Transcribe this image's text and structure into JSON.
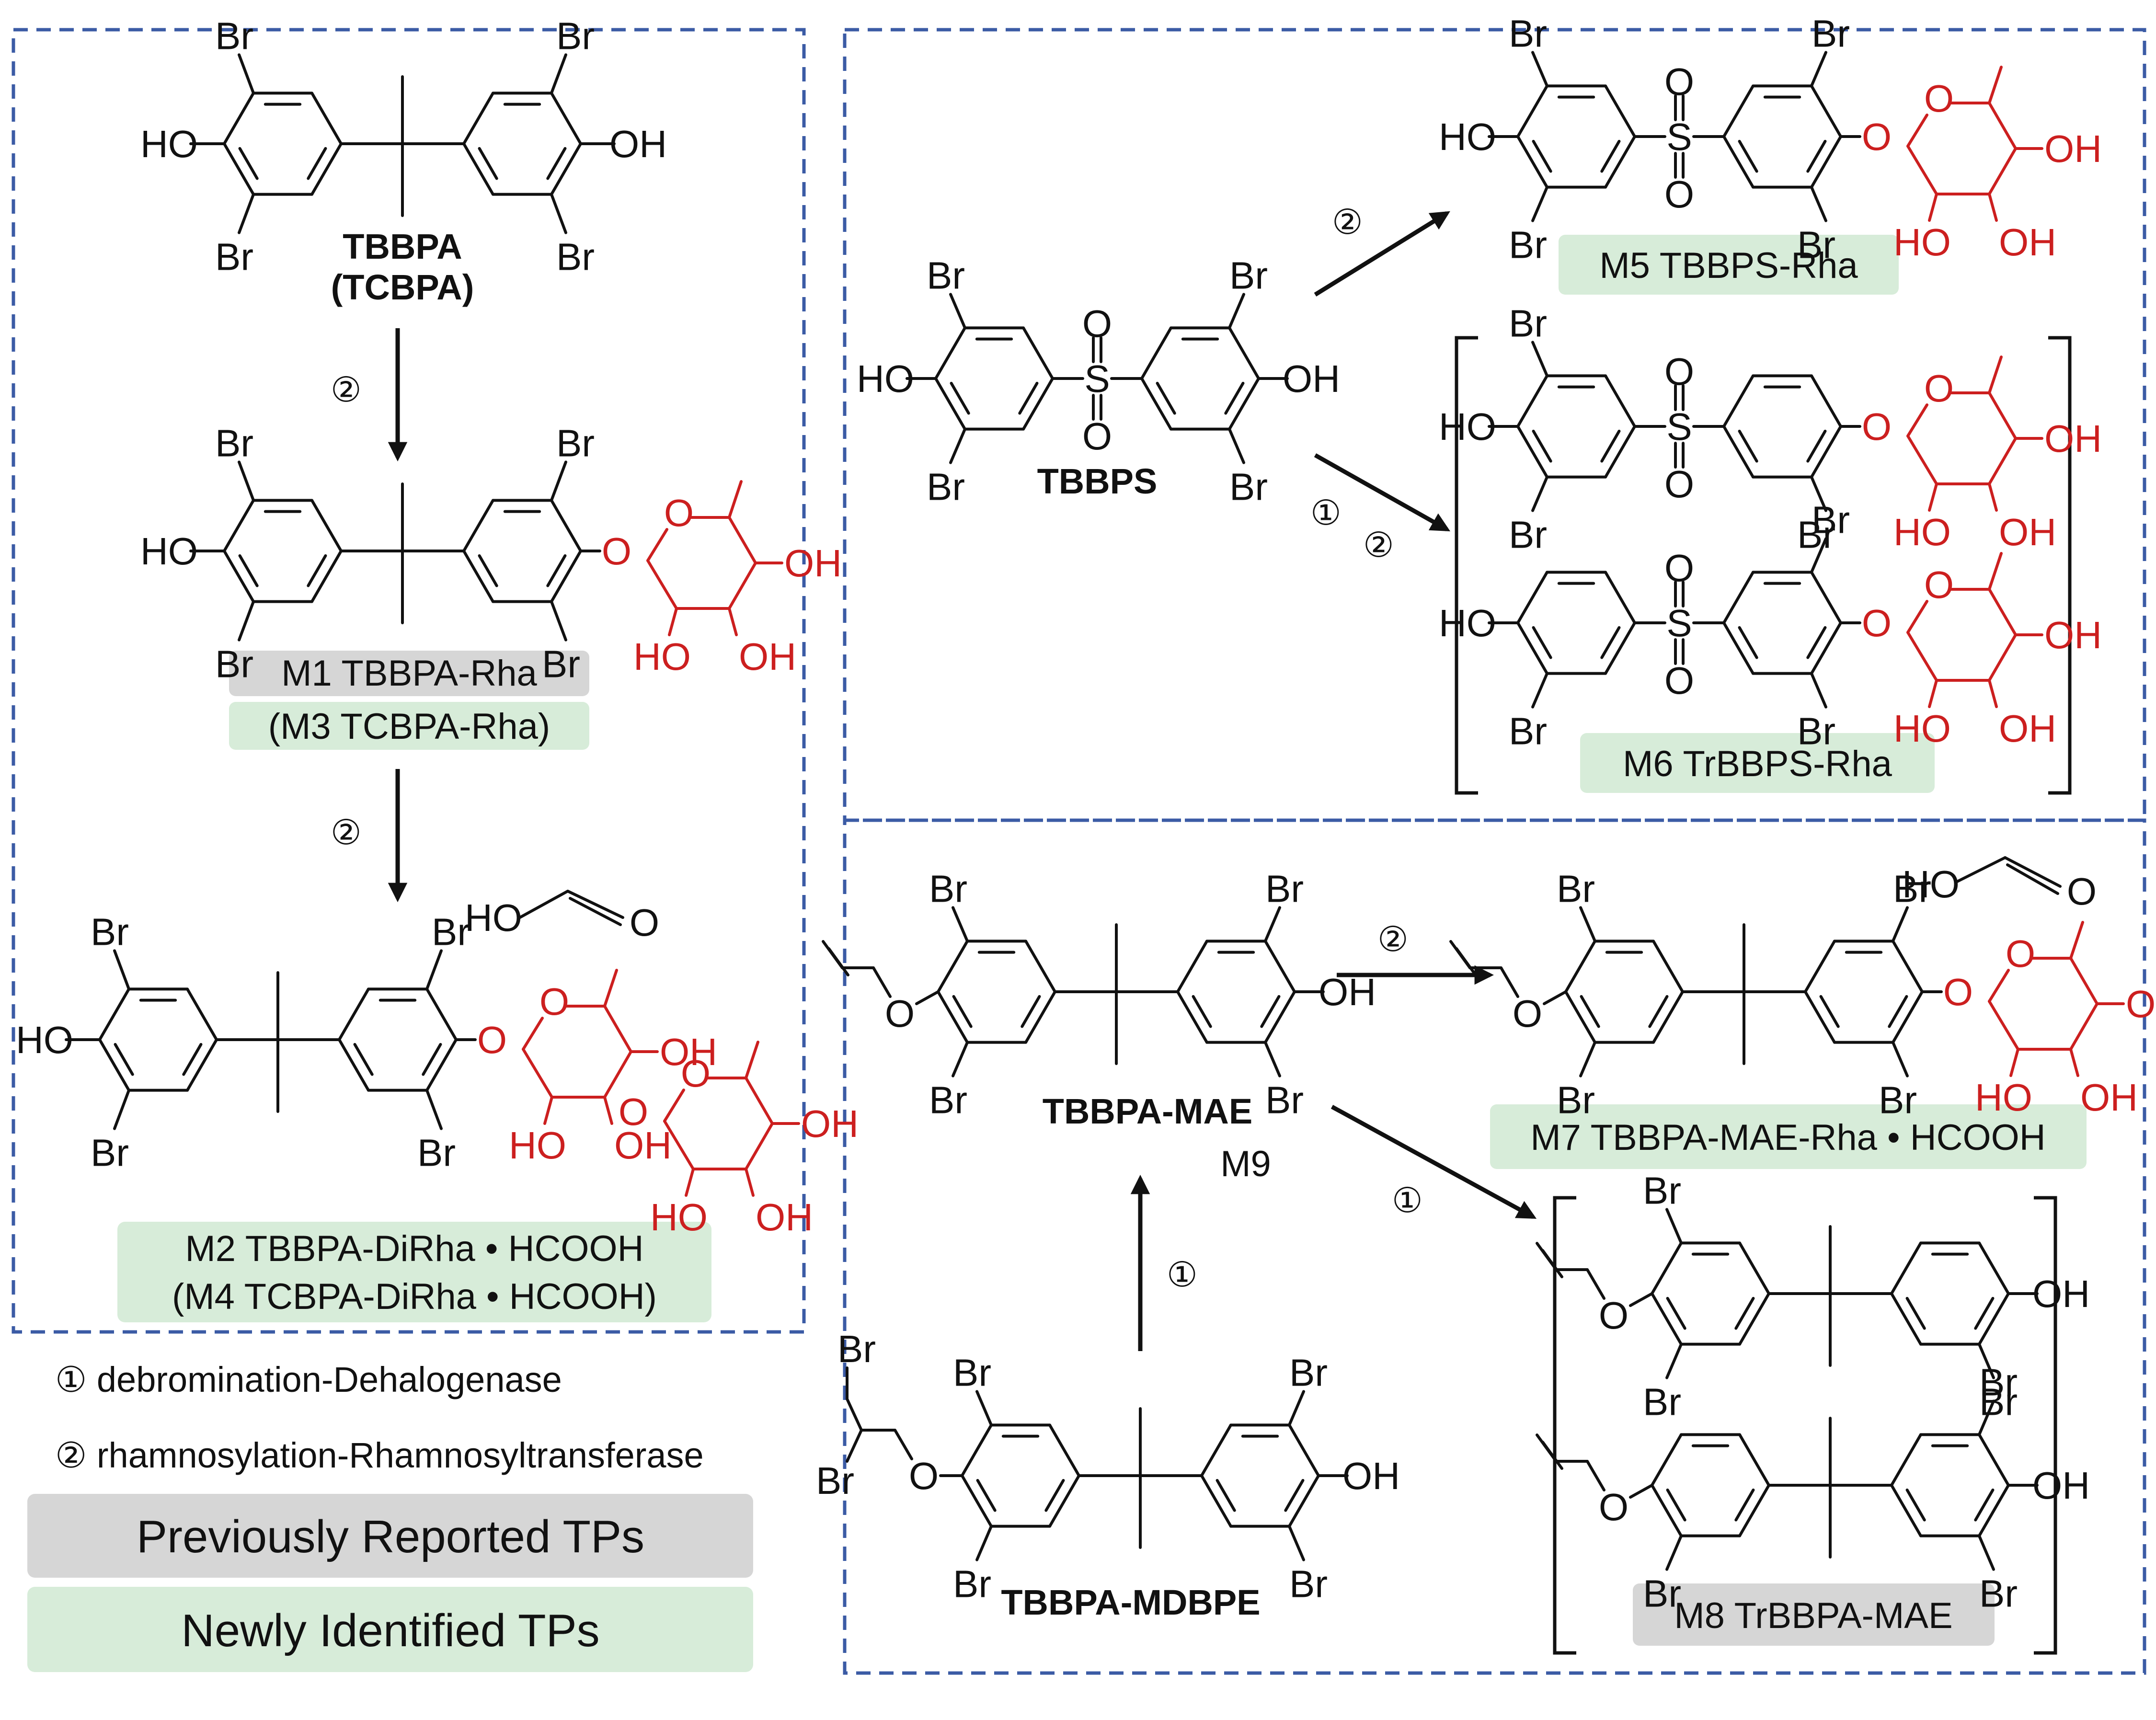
{
  "colors": {
    "panel_border": "#3b5ba5",
    "previous_fill": "#d6d6d6",
    "new_fill": "#d7ecd9",
    "rhamnose": "#cc1f1f"
  },
  "atoms": {
    "br": "Br",
    "oh": "OH",
    "ho": "HO",
    "o": "O",
    "s": "S"
  },
  "steps": {
    "debromination": "①",
    "rhamnosylation": "②",
    "both": "① ②"
  },
  "compounds": {
    "tbbpa": "TBBPA",
    "tcbpa": "(TCBPA)",
    "tbbps": "TBBPS",
    "tbbpa_mae": "TBBPA-MAE",
    "tbbpa_mdbpe": "TBBPA-MDBPE",
    "m9": "M9"
  },
  "products": {
    "m1": "M1 TBBPA-Rha",
    "m3": "(M3 TCBPA-Rha)",
    "m2": "M2 TBBPA-DiRha • HCOOH",
    "m4": "(M4 TCBPA-DiRha • HCOOH)",
    "m5": "M5 TBBPS-Rha",
    "m6": "M6 TrBBPS-Rha",
    "m7": "M7 TBBPA-MAE-Rha • HCOOH",
    "m8": "M8 TrBBPA-MAE"
  },
  "key": {
    "item1": "① debromination-Dehalogenase",
    "item2": "② rhamnosylation-Rhamnosyltransferase"
  },
  "legend": {
    "previous": "Previously Reported TPs",
    "new": "Newly Identified TPs"
  }
}
